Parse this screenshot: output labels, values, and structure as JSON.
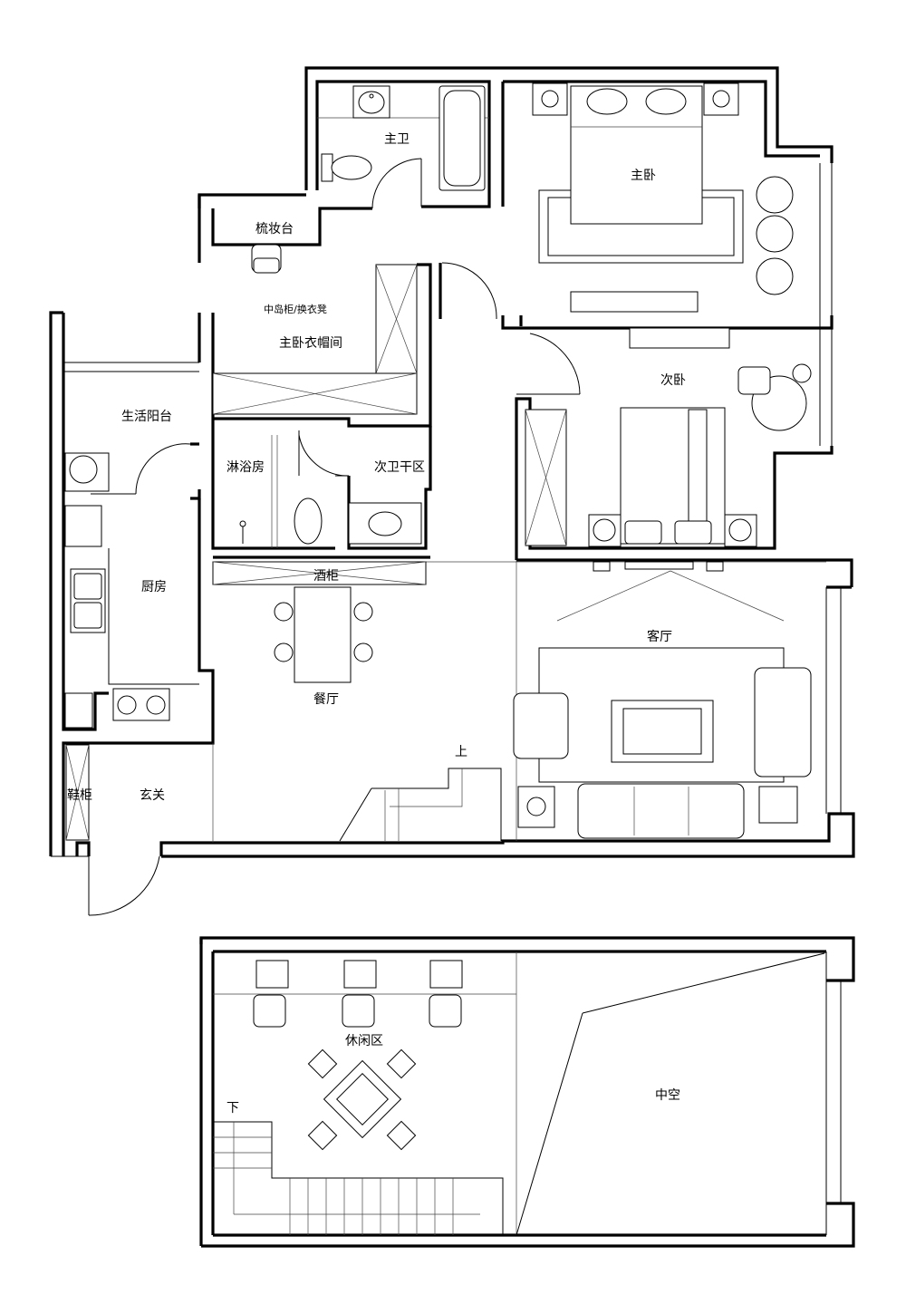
{
  "rooms": {
    "master_bath": "主卫",
    "master_bedroom": "主卧",
    "vanity": "梳妆台",
    "island_cabinet": "中岛柜/换衣凳",
    "walk_in_closet": "主卧衣帽间",
    "second_bedroom": "次卧",
    "utility_balcony": "生活阳台",
    "shower": "淋浴房",
    "second_bath_dry": "次卫干区",
    "kitchen": "厨房",
    "wine_cabinet": "酒柜",
    "living_room": "客厅",
    "dining_room": "餐厅",
    "stairs_up": "上",
    "shoe_cabinet": "鞋柜",
    "entrance": "玄关",
    "leisure_area": "休闲区",
    "stairs_down": "下",
    "void": "中空"
  }
}
